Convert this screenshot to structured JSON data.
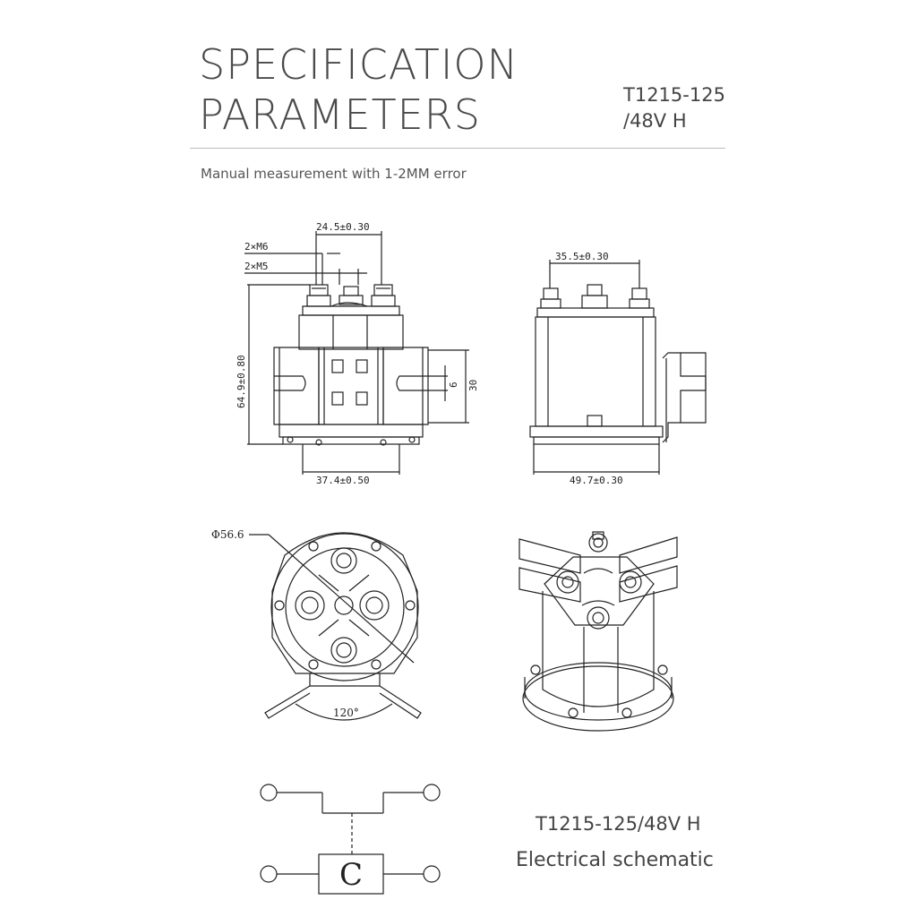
{
  "header": {
    "title_line1": "SPECIFICATION",
    "title_line2": "PARAMETERS",
    "model_line1": "T1215-125",
    "model_line2": "/48V  H"
  },
  "note": "Manual measurement with 1-2MM error",
  "front_view": {
    "dim_terminal_spacing": "24.5±0.30",
    "label_m6": "2×M6",
    "label_m5": "2×M5",
    "dim_height": "64.9±0.80",
    "dim_width": "37.4±0.50",
    "dim_bracket_30": "30",
    "dim_slot_6": "6"
  },
  "side_view": {
    "dim_terminal_spacing": "35.5±0.30",
    "dim_width": "49.7±0.30"
  },
  "top_view": {
    "dim_diameter": "Φ56.6",
    "dim_angle": "120°"
  },
  "schematic": {
    "coil_label": "C",
    "model": "T1215-125/48V H",
    "caption": "Electrical schematic"
  }
}
